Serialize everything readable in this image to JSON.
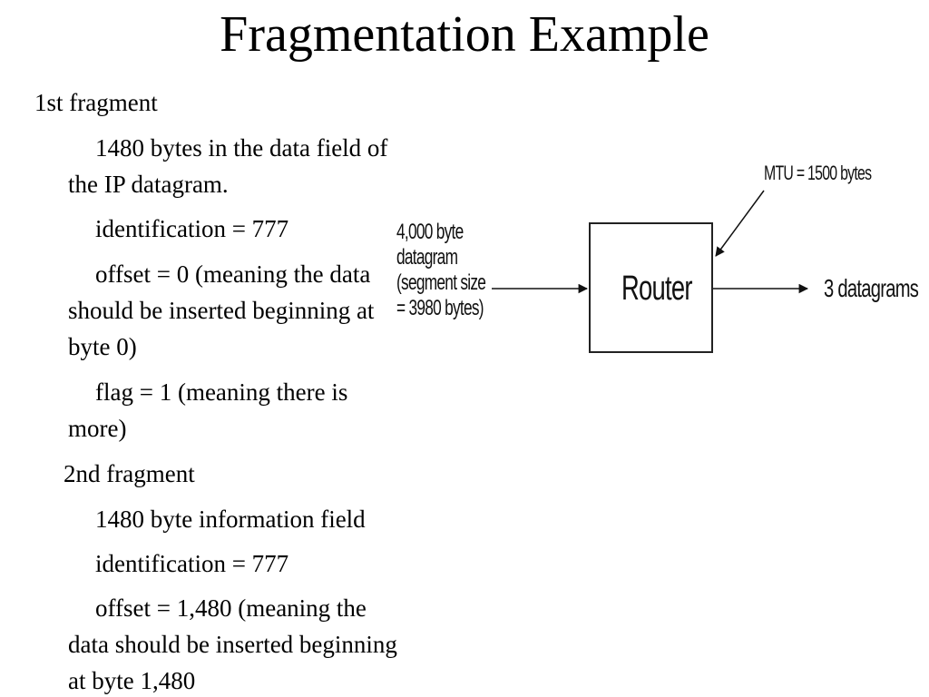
{
  "slide": {
    "title": "Fragmentation Example",
    "lines": [
      "1st  fragment",
      "1480 bytes in the data field of",
      "the IP datagram.",
      "identification = 777",
      "offset = 0 (meaning the data",
      "should be inserted beginning at",
      "byte 0)",
      "flag = 1 (meaning there is",
      "more)",
      "2nd fragment",
      "1480 byte information field",
      "identification = 777",
      "offset = 1,480 (meaning the",
      "data should be inserted beginning",
      "at byte 1,480"
    ]
  },
  "diagram": {
    "input_lines": [
      "4,000 byte",
      "datagram",
      "(segment size",
      "= 3980 bytes)"
    ],
    "router_label": "Router",
    "mtu_label": "MTU = 1500 bytes",
    "output_label": "3 datagrams"
  }
}
